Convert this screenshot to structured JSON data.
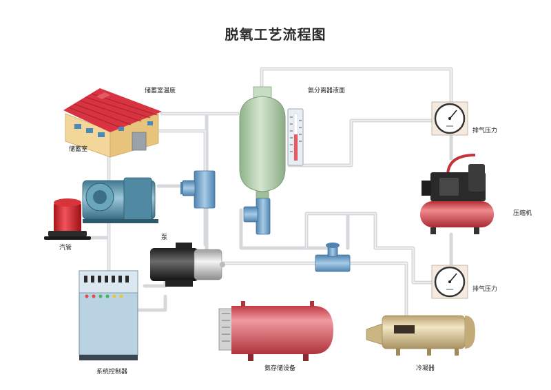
{
  "title": "脱氧工艺流程图",
  "labels": {
    "storage_room_temp": "储蓄室温度",
    "storage_room": "储蓄室",
    "steam_pipe": "汽管",
    "pump": "泵",
    "control_system": "系统控制器",
    "separator_level": "氨分离器液面",
    "exhaust_pressure_top": "排气压力",
    "compressor": "压缩机",
    "exhaust_pressure_bottom": "排气压力",
    "ammonia_storage": "氨存储设备",
    "condenser": "冷凝器"
  },
  "colors": {
    "pipe": "#d9dcdf",
    "pipe_highlight": "#f4f5f6",
    "roof": "#d6303e",
    "separator": "#a9c9a4",
    "valve": "#6e9fc8",
    "compressor_tank": "#d94a4e",
    "storage_tank": "#d9545c",
    "condenser": "#d9c79a",
    "control_cabinet": "#b9d3e3",
    "motor": "#5f95ad"
  },
  "icons": [
    "warehouse-icon",
    "motor-icon",
    "siren-light-icon",
    "pump-icon",
    "control-cabinet-icon",
    "separator-tank-icon",
    "level-gauge-icon",
    "valve-icon",
    "pressure-gauge-icon",
    "air-compressor-icon",
    "storage-tank-icon",
    "condenser-icon"
  ]
}
